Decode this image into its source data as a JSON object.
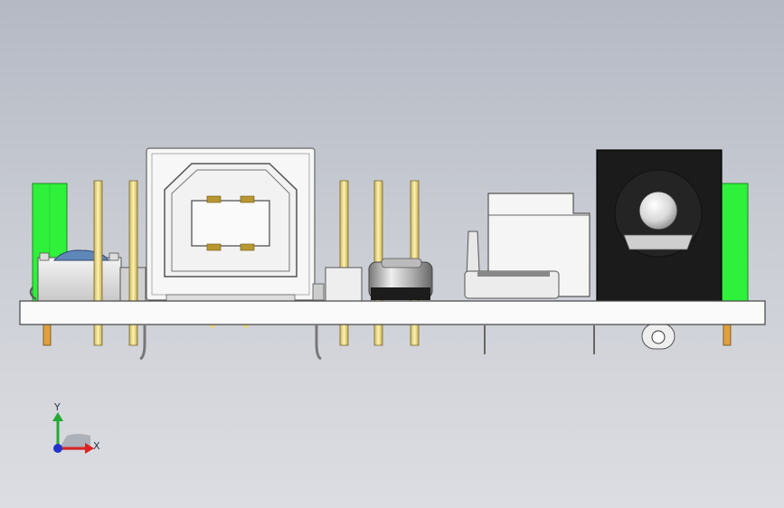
{
  "view": {
    "background_top": "#b4b9c4",
    "background_bottom": "#dcdde2"
  },
  "triad": {
    "y_label": "Y",
    "x_label": "X",
    "y_color": "#22aa33",
    "x_color": "#dd2222",
    "z_color": "#2233cc"
  },
  "components": [
    {
      "name": "green-header-left",
      "color": "#22ee33"
    },
    {
      "name": "green-header-right",
      "color": "#22ee33"
    },
    {
      "name": "usb-b-connector"
    },
    {
      "name": "dc-barrel-jack",
      "color": "#1a1a1a"
    },
    {
      "name": "tactile-switch",
      "color": "#5f87b8"
    },
    {
      "name": "electrolytic-capacitor"
    },
    {
      "name": "microsd-socket"
    },
    {
      "name": "pin-headers",
      "color": "#e8d680"
    },
    {
      "name": "pcb-board",
      "color": "#fafafa"
    }
  ]
}
